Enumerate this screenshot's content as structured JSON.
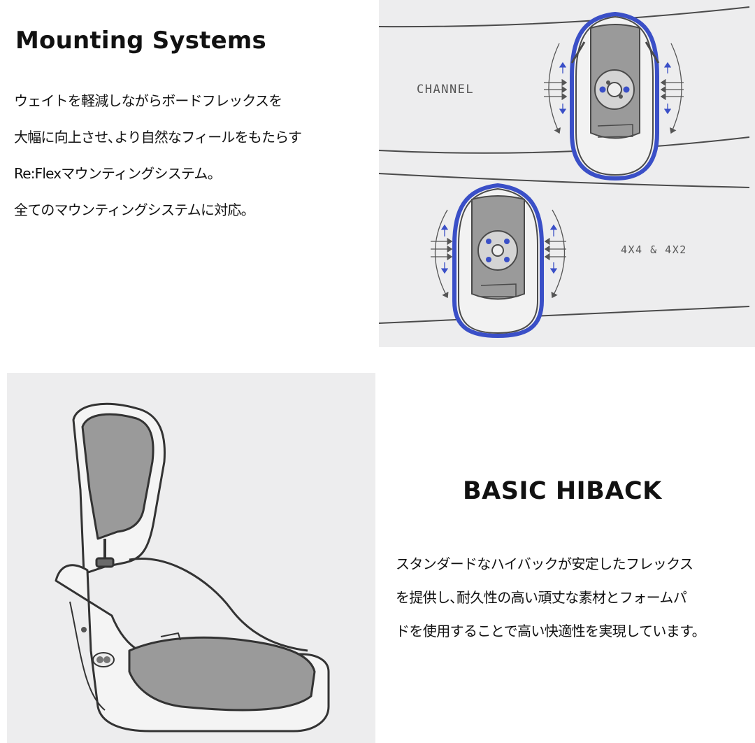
{
  "mounting": {
    "title": "Mounting Systems",
    "description": [
      "ウェイトを軽減しながらボードフレックスを",
      "大幅に向上させ､より自然なフィールをもたらす",
      "Re:Flexマウンティングシステム。",
      "全てのマウンティングシステムに対応。"
    ],
    "label_channel": "CHANNEL",
    "label_4x4": "4X4 & 4X2"
  },
  "hiback": {
    "title": "BASIC HIBACK",
    "description": [
      "スタンダードなハイバックが安定したフレックス",
      "を提供し､耐久性の高い頑丈な素材とフォームパ",
      "ドを使用することで高い快適性を実現しています。"
    ]
  },
  "colors": {
    "panel_bg": "#ededee",
    "accent_blue": "#3a4fc7",
    "line": "#4a4a4a",
    "fill_gray": "#9a9a9a"
  }
}
